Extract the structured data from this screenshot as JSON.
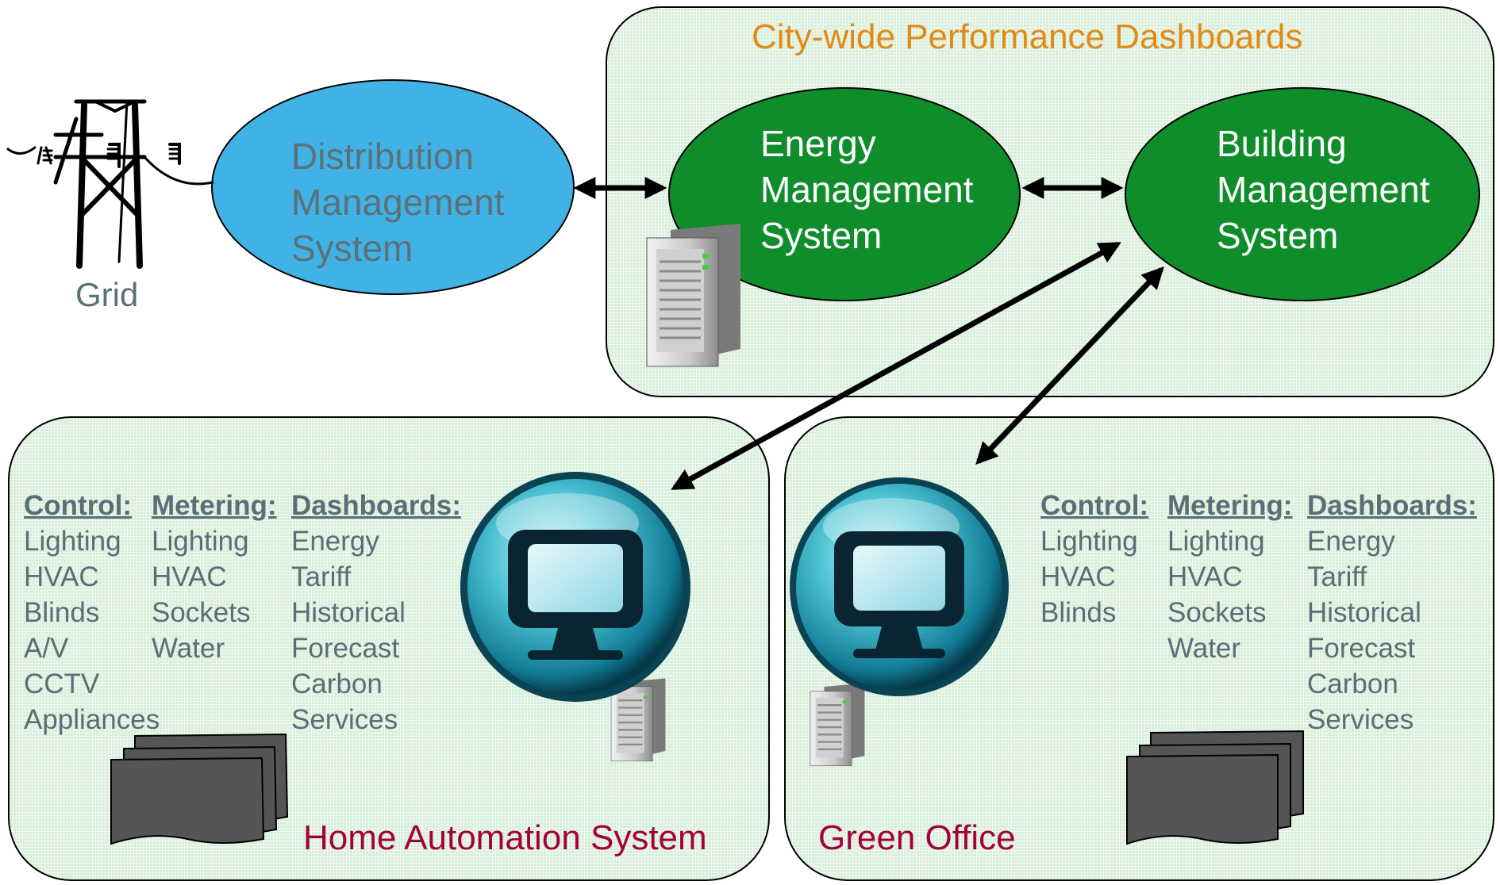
{
  "city_panel": {
    "title": "City-wide Performance Dashboards"
  },
  "grid": {
    "label": "Grid",
    "icon": "power-pylon-icon"
  },
  "dms": {
    "line1": "Distribution",
    "line2": "Management",
    "line3": "System",
    "color": "#41b2e6"
  },
  "ems": {
    "line1": "Energy",
    "line2": "Management",
    "line3": "System",
    "color": "#0e8d2a"
  },
  "bms": {
    "line1": "Building",
    "line2": "Management",
    "line3": "System",
    "color": "#0e8d2a"
  },
  "home": {
    "title": "Home Automation System",
    "control": {
      "header": "Control:",
      "items": [
        "Lighting",
        "HVAC",
        "Blinds",
        "A/V",
        "CCTV",
        "Appliances"
      ]
    },
    "metering": {
      "header": "Metering:",
      "items": [
        "Lighting",
        "HVAC",
        "Sockets",
        "Water"
      ]
    },
    "dashboards": {
      "header": "Dashboards:",
      "items": [
        "Energy",
        "Tariff",
        "Historical",
        "Forecast",
        "Carbon",
        "Services"
      ]
    }
  },
  "office": {
    "title": "Green Office",
    "control": {
      "header": "Control:",
      "items": [
        "Lighting",
        "HVAC",
        "Blinds"
      ]
    },
    "metering": {
      "header": "Metering:",
      "items": [
        "Lighting",
        "HVAC",
        "Sockets",
        "Water"
      ]
    },
    "dashboards": {
      "header": "Dashboards:",
      "items": [
        "Energy",
        "Tariff",
        "Historical",
        "Forecast",
        "Carbon",
        "Services"
      ]
    }
  },
  "colors": {
    "title_orange": "#e28a16",
    "title_crimson": "#a3003c",
    "panel_fill": "#d7eed9",
    "text_gray": "#596e76"
  }
}
